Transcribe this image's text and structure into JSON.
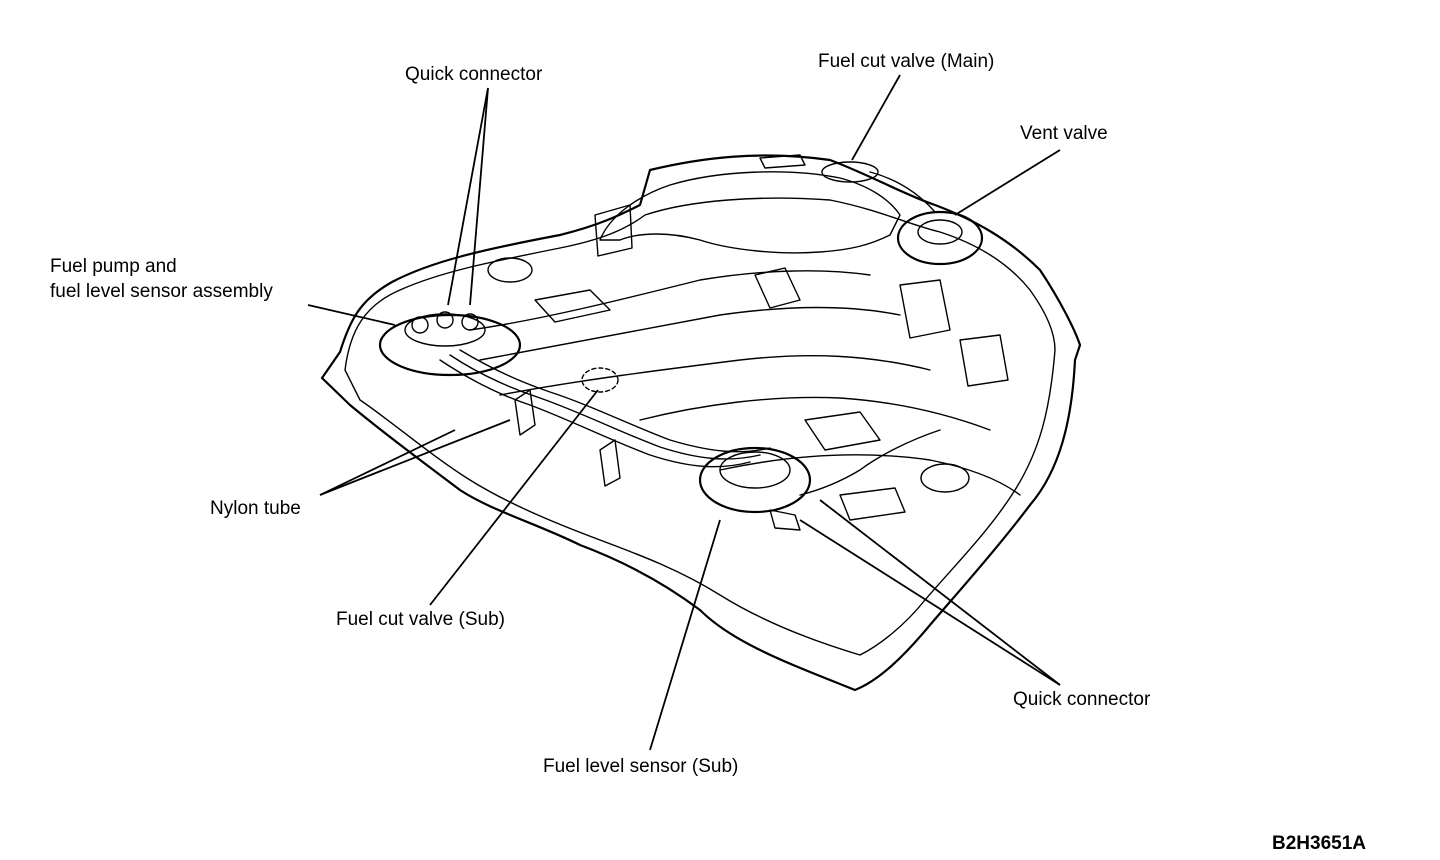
{
  "diagram": {
    "labels": {
      "quick_connector_top": "Quick connector",
      "fuel_cut_valve_main": "Fuel cut valve (Main)",
      "vent_valve": "Vent valve",
      "fuel_pump_line1": "Fuel pump and",
      "fuel_pump_line2": "fuel level sensor assembly",
      "nylon_tube": "Nylon tube",
      "fuel_cut_valve_sub": "Fuel cut valve (Sub)",
      "quick_connector_bottom": "Quick connector",
      "fuel_level_sensor_sub": "Fuel level sensor (Sub)"
    },
    "figure_code": "B2H3651A"
  }
}
